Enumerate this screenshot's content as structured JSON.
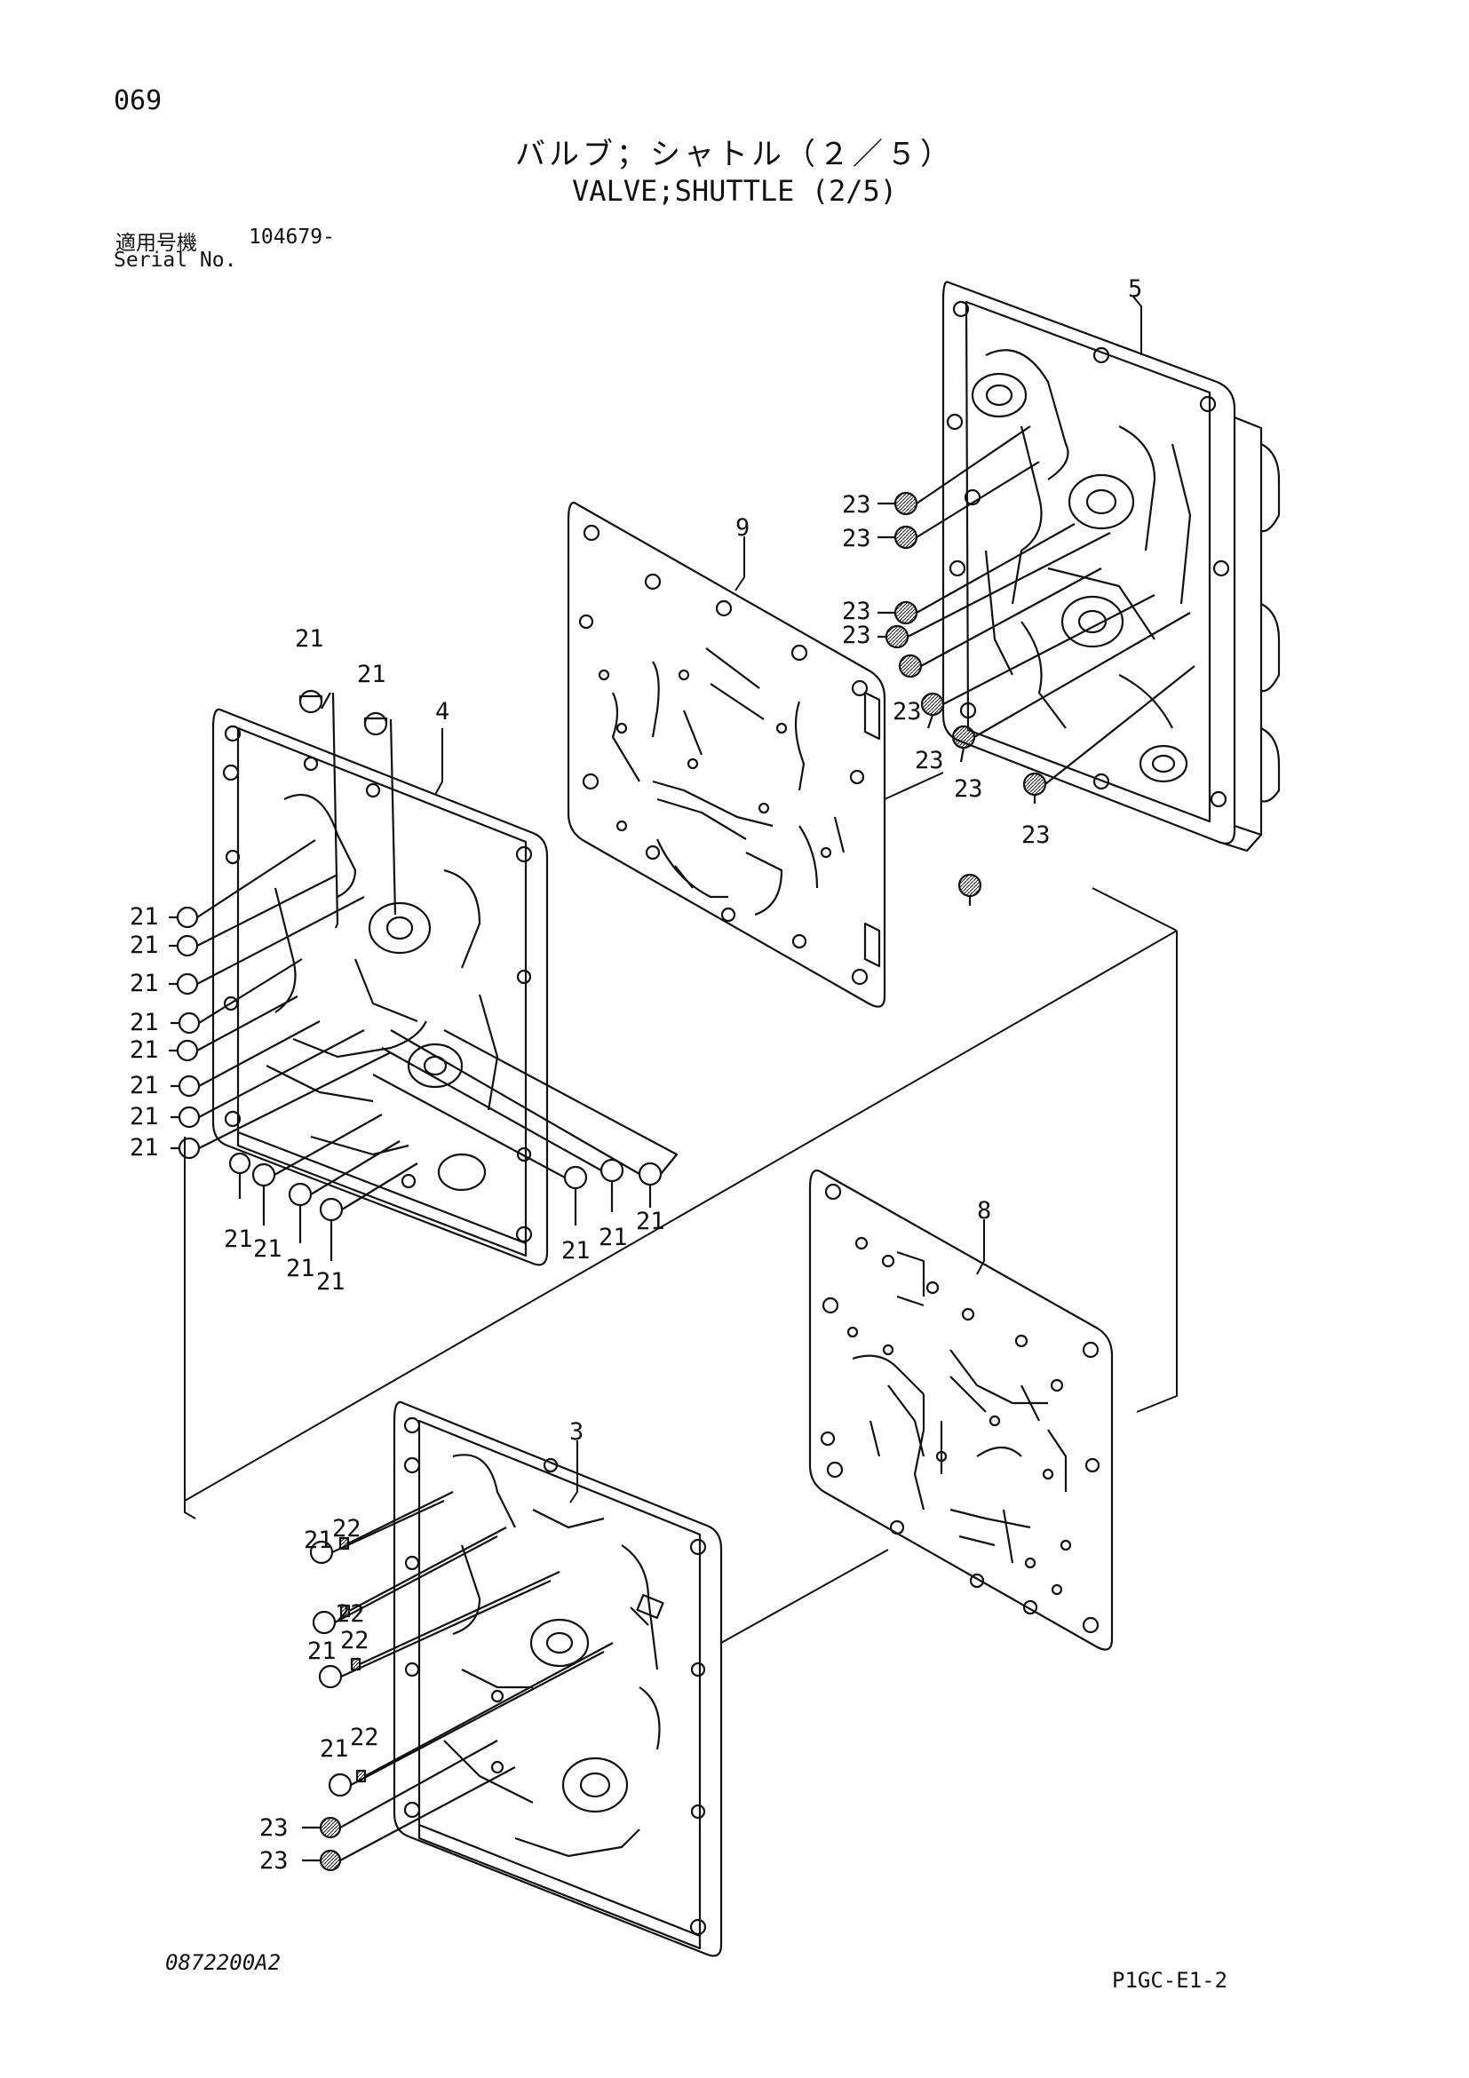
{
  "header": {
    "page_number": "069",
    "title_jp": "バルブ；シャトル（２／５）",
    "title_en": "VALVE;SHUTTLE (2/5)",
    "serial_label_jp": "適用号機",
    "serial_value": "104679-",
    "serial_label_en": "Serial No."
  },
  "footer": {
    "drawing_code": "0872200A2",
    "page_code": "P1GC-E1-2"
  },
  "callouts": {
    "part_3": "3",
    "part_4": "4",
    "part_5": "5",
    "part_8": "8",
    "part_9": "9",
    "part_21": "21",
    "part_22": "22",
    "part_23": "23"
  }
}
